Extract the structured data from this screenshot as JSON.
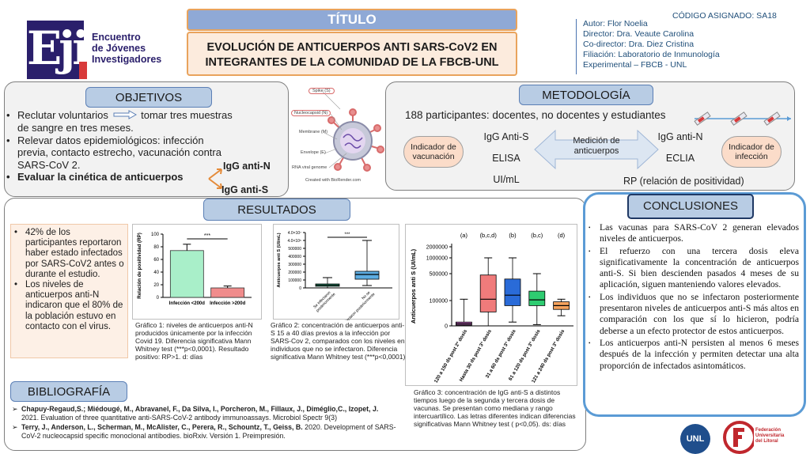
{
  "header": {
    "logo_letters": "Eji",
    "logo_line1": "Encuentro",
    "logo_line2": "de Jóvenes",
    "logo_line3": "Investigadores",
    "titulo_label": "TÍTULO",
    "title_line1": "EVOLUCIÓN DE ANTICUERPOS ANTI SARS-CoV2 EN",
    "title_line2": "INTEGRANTES DE LA COMUNIDAD DE LA FBCB-UNL",
    "codigo": "CÓDIGO ASIGNADO: SA18",
    "autor": "Autor: Flor Noelia",
    "director": "Director: Dra. Veaute Carolina",
    "codirector": "Co-director: Dra. Diez Cristina",
    "filiacion1": "Filiación: Laboratorio de Inmunología",
    "filiacion2": "Experimental – FBCB - UNL"
  },
  "objetivos": {
    "heading": "OBJETIVOS",
    "item1a": "Reclutar voluntarios",
    "item1b": "tomar tres muestras",
    "item1c": "de sangre en tres meses.",
    "item2": "Relevar datos epidemiológicos: infección previa, contacto estrecho, vacunación contra SARS-CoV 2.",
    "item3": "Evaluar la cinética de anticuerpos",
    "igg_n": "IgG anti-N",
    "igg_s": "IgG anti-S"
  },
  "virus": {
    "spike": "Spike (S)",
    "nucleocapsid": "Nucleocapsid (N)",
    "membrane": "Membrane (M)",
    "envelope": "Envelope (E)",
    "rna": "RNA viral genome",
    "credit": "Created with BioRender.com"
  },
  "metodologia": {
    "heading": "METODOLOGÍA",
    "participants": "188 participantes:  docentes, no docentes y estudiantes",
    "ind_vac": "Indicador de vacunación",
    "igg_s": "IgG Anti-S",
    "elisa": "ELISA",
    "uiml": "UI/mL",
    "medicion": "Medición de anticuerpos",
    "igg_n": "IgG anti-N",
    "eclia": "ECLIA",
    "rp": "RP (relación de positividad)",
    "ind_inf": "Indicador de infección"
  },
  "resultados": {
    "heading": "RESULTADOS",
    "bullet1": "42% de los participantes reportaron haber estado infectados por SARS-CoV2 antes o durante el estudio.",
    "bullet2": "Los niveles de anticuerpos anti-N indicaron que el 80% de la población estuvo en contacto con el virus.",
    "cap1": "Gráfico 1: niveles de anticuerpos anti-N producidos únicamente por la infección Covid 19. Diferencia significativa Mann Whitney test (***p<0,0001). Resultado positivo: RP>1. d: días",
    "cap2": "Gráfico 2: concentración de anticuerpos anti-S 15 a 40 días previos a la infección por SARS-Cov 2, comparados con los niveles en individuos que no se infectaron. Diferencia significativa Mann Whitney test (***p<0,0001)",
    "cap3": "Gráfico 3:  concentración de IgG anti-S a distintos tiempos luego de la segunda y tercera dosis de vacunas. Se presentan como mediana y rango intercuartílico. Las letras diferentes indican diferencias significativas Mann Whitney test  ( p<0,05). ds: días"
  },
  "conclusiones": {
    "heading": "CONCLUSIONES",
    "items": [
      "Las vacunas para SARS-CoV 2 generan elevados niveles de anticuerpos.",
      "El refuerzo con una tercera dosis eleva significativamente la concentración de anticuerpos anti-S. Si bien descienden pasados 4 meses de su aplicación, siguen manteniendo valores elevados.",
      "Los individuos que no se infectaron posteriormente presentaron niveles de anticuerpos anti-S más altos en comparación con los que sí lo hicieron, podría deberse a un efecto protector de estos anticuerpos.",
      "Los anticuerpos anti-N persisten al menos 6 meses después de la infección y permiten detectar una alta proporción de infectados asintomáticos."
    ]
  },
  "bibliografia": {
    "heading": "BIBLIOGRAFÍA",
    "ref1a": "Chapuy-Regaud,S.; Miédougé, M.,  Abravanel, F., Da Silva, I., Porcheron, M., Fillaux, J.,  Diméglio,C., Izopet, J.",
    "ref1b": "2021. Evaluation of three quantitative anti-SARS-CoV-2 antibody immunoassays. Microbiol Spectr 9(3)",
    "ref2a": "Terry, J., Anderson, L., Scherman, M., McAlister, C., Perera, R., Schountz, T., Geiss, B.",
    "ref2b": " 2020. Development of SARS-CoV-2 nucleocapsid specific monoclonal antibodies.  bioRxiv. Versión 1. Preimpresión."
  },
  "footer": {
    "unl": "UNL",
    "fue1": "Federación",
    "fue2": "Universitaria",
    "fue3": "del Litoral"
  },
  "chart_data": [
    {
      "type": "bar",
      "ylabel": "Relación de positividad (RP)",
      "categories": [
        "Infección <200d",
        "Infección >200d"
      ],
      "values": [
        74,
        15
      ],
      "errors": [
        10,
        3
      ],
      "ylim": [
        0,
        100
      ],
      "yticks": [
        0,
        20,
        40,
        60,
        80,
        100
      ],
      "significance": "***",
      "colors": [
        "#a9efc9",
        "#f08c8c"
      ]
    },
    {
      "type": "box",
      "ylabel": "Anticuerpos anti S (UI/mL)",
      "categories": [
        "Se infectaron posteriormente",
        "No se infectaron posteriormente"
      ],
      "ytick_labels": [
        "0",
        "100000",
        "200000",
        "300000",
        "400000",
        "500000",
        "4.0×10⁵",
        "4.0×10⁷"
      ],
      "ytick_values": [
        0,
        100000,
        200000,
        300000,
        400000,
        500000,
        600000,
        700000
      ],
      "ylim": [
        0,
        700000
      ],
      "boxes": [
        {
          "whisker_low": 0,
          "q1": 20000,
          "median": 35000,
          "q3": 50000,
          "whisker_high": 130000
        },
        {
          "whisker_low": 30000,
          "q1": 110000,
          "median": 170000,
          "q3": 210000,
          "whisker_high": 600000
        }
      ],
      "significance": "***",
      "colors": [
        "#2ebd8c",
        "#5dade2"
      ]
    },
    {
      "type": "box",
      "ylabel": "Anticuerpos anti S (UI/mL)",
      "categories": [
        "120 a 150 ds post 2° dosis",
        "Hasta 30 ds post 3° dosis",
        "31 a 60 ds post 3° dosis",
        "61 a 120 ds post 3° dosis",
        "121 a 240 ds post 3° dosis"
      ],
      "letters": [
        "(a)",
        "(b,c,d)",
        "(b)",
        "(b,c)",
        "(d)"
      ],
      "ytick_labels": [
        "0",
        "100000",
        "500000",
        "1000000",
        "2000000"
      ],
      "ytick_values": [
        0,
        100000,
        500000,
        1000000,
        2000000
      ],
      "boxes": [
        {
          "whisker_low": 0,
          "q1": 3000,
          "median": 8000,
          "q3": 15000,
          "whisker_high": 120000
        },
        {
          "whisker_low": 0,
          "q1": 55000,
          "median": 120000,
          "q3": 480000,
          "whisker_high": 1000000
        },
        {
          "whisker_low": 15000,
          "q1": 80000,
          "median": 180000,
          "q3": 420000,
          "whisker_high": 1000000
        },
        {
          "whisker_low": 5000,
          "q1": 80000,
          "median": 110000,
          "q3": 240000,
          "whisker_high": 500000
        },
        {
          "whisker_low": 40000,
          "q1": 65000,
          "median": 80000,
          "q3": 95000,
          "whisker_high": 120000
        }
      ],
      "colors": [
        "#b05db0",
        "#f07b7b",
        "#2a6bd8",
        "#2ecc71",
        "#f5a25d"
      ]
    }
  ]
}
